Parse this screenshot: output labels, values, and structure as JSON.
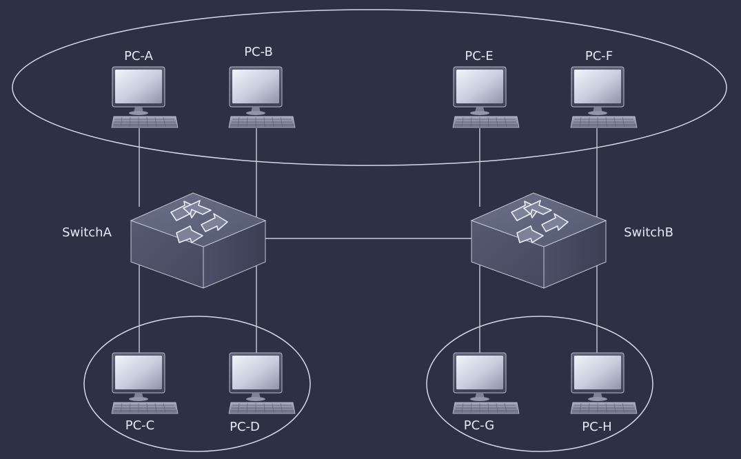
{
  "pcs": {
    "a": "PC-A",
    "b": "PC-B",
    "c": "PC-C",
    "d": "PC-D",
    "e": "PC-E",
    "f": "PC-F",
    "g": "PC-G",
    "h": "PC-H"
  },
  "switches": {
    "a": "SwitchA",
    "b": "SwitchB"
  },
  "colors": {
    "background": "#2e3144",
    "lines": "#c9ccd9"
  }
}
